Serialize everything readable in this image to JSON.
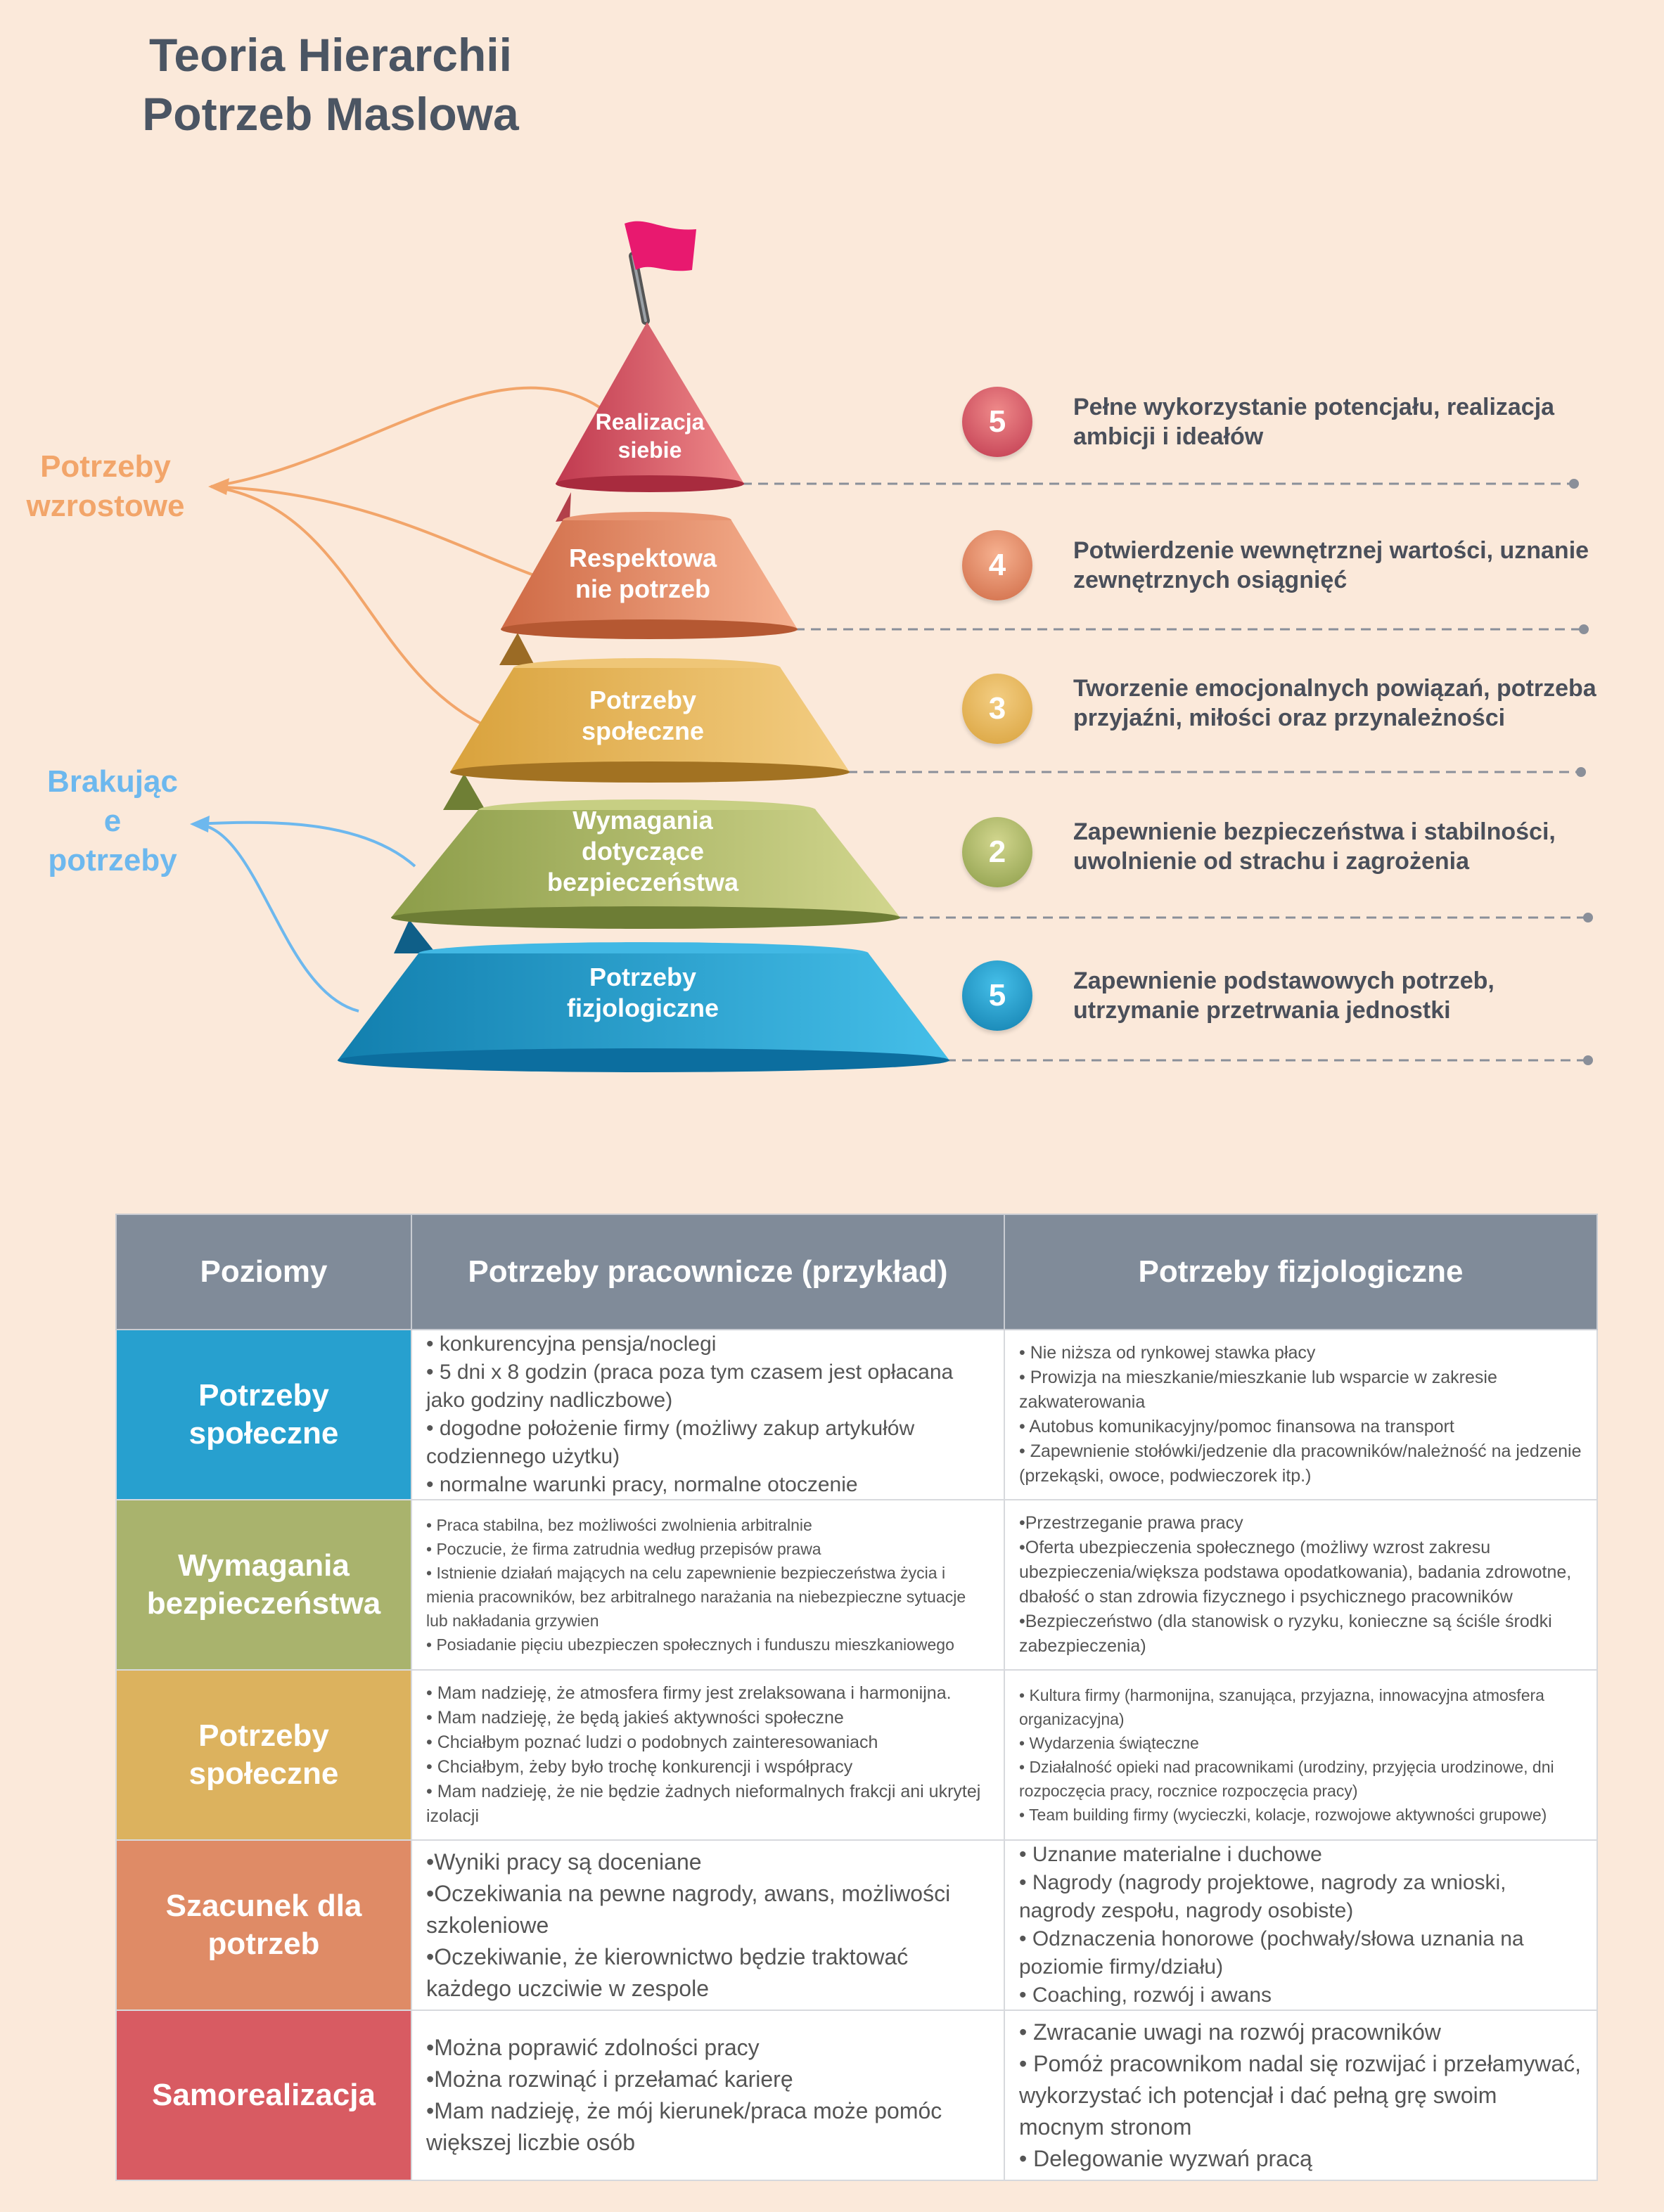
{
  "title": [
    "Teoria Hierarchii",
    "Potrzeb Maslowa"
  ],
  "side_labels": {
    "growth": [
      "Potrzeby",
      "wzrostowe"
    ],
    "deficit": [
      "Brakując",
      "e",
      "potrzeby"
    ]
  },
  "pyramid": [
    {
      "label": [
        "Realizacja",
        "siebie"
      ],
      "badge": "5",
      "desc": [
        "Pełne wykorzystanie potencjału, realizacja",
        "ambicji i ideałów"
      ],
      "colors": [
        "#c0394f",
        "#ef8a8a"
      ]
    },
    {
      "label": [
        "Respektowa",
        "nie potrzeb"
      ],
      "badge": "4",
      "desc": [
        "Potwierdzenie wewnętrznej wartości, uznanie",
        "zewnętrznych osiągnięć"
      ],
      "colors": [
        "#cf6a45",
        "#f6b190"
      ]
    },
    {
      "label": [
        "Potrzeby",
        "społeczne"
      ],
      "badge": "3",
      "desc": [
        "Tworzenie emocjonalnych powiązań, potrzeba",
        "przyjaźni, miłości oraz przynależności"
      ],
      "colors": [
        "#d9a23c",
        "#f3cd82"
      ]
    },
    {
      "label": [
        "Wymagania",
        "dotyczące",
        "bezpieczeństwa"
      ],
      "badge": "2",
      "desc": [
        "Zapewnienie bezpieczeństwa i stabilności,",
        "uwolnienie od strachu i zagrożenia"
      ],
      "colors": [
        "#8c9d49",
        "#d2d68e"
      ]
    },
    {
      "label": [
        "Potrzeby",
        "fizjologiczne"
      ],
      "badge": "5",
      "desc": [
        "Zapewnienie podstawowych potrzeb,",
        "utrzymanie przetrwania jednostki"
      ],
      "colors": [
        "#127fae",
        "#45bfe9"
      ]
    }
  ],
  "colors": {
    "background": "#fbe9da",
    "growth": "#f2a56a",
    "deficit": "#6db8ee",
    "flag": "#e8196f",
    "header": "#808b99"
  },
  "table": {
    "headers": [
      "Poziomy",
      "Potrzeby pracownicze (przykład)",
      "Potrzeby fizjologiczne"
    ],
    "rows": [
      {
        "level": "Potrzeby społeczne",
        "color": "#27a0cf",
        "employee_size": "s-big",
        "employee": [
          "• konkurencyjna pensja/noclegi",
          "• 5 dni x 8 godzin (praca poza tym czasem jest opłacana jako godziny nadliczbowe)",
          "• dogodne położenie firmy (możliwy zakup artykułów codziennego użytku)",
          "• normalne warunki pracy, normalne otoczenie"
        ],
        "phys_size": "s-med",
        "physiological": [
          "• Nie niższa od rynkowej stawka płacy",
          "• Prowizja na mieszkanie/mieszkanie lub wsparcie w zakresie zakwaterowania",
          "• Autobus komunikacyjny/pomoc finansowa na transport",
          "• Zapewnienie stołówki/jedzenie dla pracowników/należność na jedzenie (przekąski, owoce, podwieczorek itp.)"
        ]
      },
      {
        "level": "Wymagania bezpieczeństwa",
        "color": "#a9b36d",
        "employee_size": "s-small",
        "employee": [
          "• Praca stabilna, bez możliwości zwolnienia arbitralnie",
          "• Poczucie, że firma zatrudnia według przepisów prawa",
          "• Istnienie działań mających na celu zapewnienie bezpieczeństwa życia i mienia pracowników, bez arbitralnego narażania na niebezpieczne sytuacje lub nakładania grzywien",
          "• Posiadanie pięciu ubezpieczen społecznych i funduszu mieszkaniowego"
        ],
        "phys_size": "s-med",
        "physiological": [
          "•Przestrzeganie prawa pracy",
          "•Oferta ubezpieczenia społecznego (możliwy wzrost zakresu ubezpieczenia/większa podstawa opodatkowania), badania zdrowotne, dbałość o stan zdrowia fizycznego i psychicznego pracowników",
          "•Bezpieczeństwo (dla stanowisk o ryzyku, konieczne są ściśle środki zabezpieczenia)"
        ]
      },
      {
        "level": "Potrzeby społeczne",
        "color": "#dcb25e",
        "employee_size": "s-med",
        "employee": [
          "• Mam nadzieję, że atmosfera firmy jest zrelaksowana i harmonijna.",
          "• Mam nadzieję, że będą jakieś aktywności społeczne",
          "• Chciałbym poznać ludzi o podobnych zainteresowaniach",
          "• Chciałbym, żeby było trochę konkurencji i współpracy",
          "• Mam nadzieję, że nie będzie żadnych nieformalnych frakcji ani ukrytej izolacji"
        ],
        "phys_size": "s-small",
        "physiological": [
          "• Kultura firmy (harmonijna, szanująca, przyjazna, innowacyjna atmosfera organizacyjna)",
          "• Wydarzenia świąteczne",
          "• Działalność opieki nad pracownikami (urodziny, przyjęcia urodzinowe, dni rozpoczęcia pracy, rocznice rozpoczęcia pracy)",
          "• Team building firmy (wycieczki, kolacje, rozwojowe aktywności grupowe)"
        ]
      },
      {
        "level": "Szacunek dla potrzeb",
        "color": "#df8b66",
        "employee_size": "s-xl",
        "employee": [
          "•Wyniki pracy są doceniane",
          "•Oczekiwania na pewne nagrody, awans, możliwości szkoleniowe",
          "•Oczekiwanie, że kierownictwo będzie traktować każdego uczciwie w zespole"
        ],
        "phys_size": "s-big",
        "physiological": [
          "• Uznanие materialne i duchowe",
          "• Nagrody (nagrody projektowe, nagrody za wnioski, nagrody zespołu, nagrody osobiste)",
          "• Odznaczenia honorowe (pochwały/słowa uznania na poziomie firmy/działu)",
          "• Coaching, rozwój i awans"
        ]
      },
      {
        "level": "Samorealizacja",
        "color": "#d85b62",
        "employee_size": "s-xl",
        "employee": [
          "•Można poprawić zdolności pracy",
          "•Można rozwinąć i przełamać karierę",
          "•Mam nadzieję, że mój kierunek/praca może pomóc większej liczbie osób"
        ],
        "phys_size": "s-xl",
        "physiological": [
          "• Zwracanie uwagi na rozwój pracowników",
          "• Pomóż pracownikom nadal się rozwijać i przełamywać, wykorzystać ich potencjał i dać pełną grę swoim mocnym stronom",
          "• Delegowanie wyzwań pracą"
        ]
      }
    ]
  }
}
